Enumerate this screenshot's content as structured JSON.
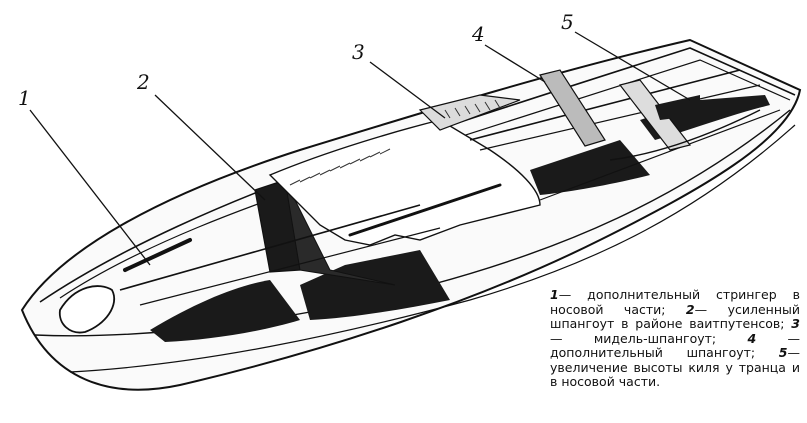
{
  "callouts": [
    {
      "id": "1",
      "label": "1"
    },
    {
      "id": "2",
      "label": "2"
    },
    {
      "id": "3",
      "label": "3"
    },
    {
      "id": "4",
      "label": "4"
    },
    {
      "id": "5",
      "label": "5"
    }
  ],
  "caption": {
    "items": [
      {
        "num": "1",
        "text": "— дополнительный стрингер в носовой части; "
      },
      {
        "num": "2",
        "text": "— усиленный шпангоут в районе ваитпутенсов; "
      },
      {
        "num": "3",
        "text": "— мидель-шпангоут; "
      },
      {
        "num": "4",
        "text": " — дополнительный шпангоут; "
      },
      {
        "num": "5",
        "text": "— увеличение высоты киля у транца и в носовой части."
      }
    ]
  }
}
